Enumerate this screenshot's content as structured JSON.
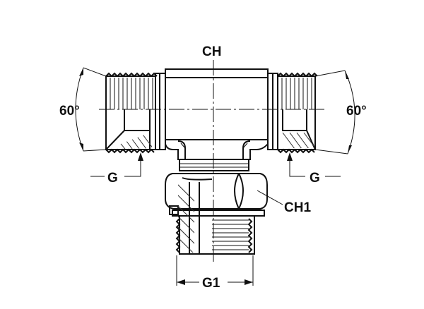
{
  "diagram": {
    "type": "technical-drawing",
    "subject": "tee fitting with male threaded run ends and adjustable branch with locknut",
    "labels": {
      "top_wrench": "CH",
      "locknut_wrench": "CH1",
      "left_angle": "60°",
      "right_angle": "60°",
      "left_thread": "G",
      "right_thread": "G",
      "bottom_thread": "G1"
    },
    "colors": {
      "line": "#111111",
      "background": "#ffffff"
    }
  }
}
